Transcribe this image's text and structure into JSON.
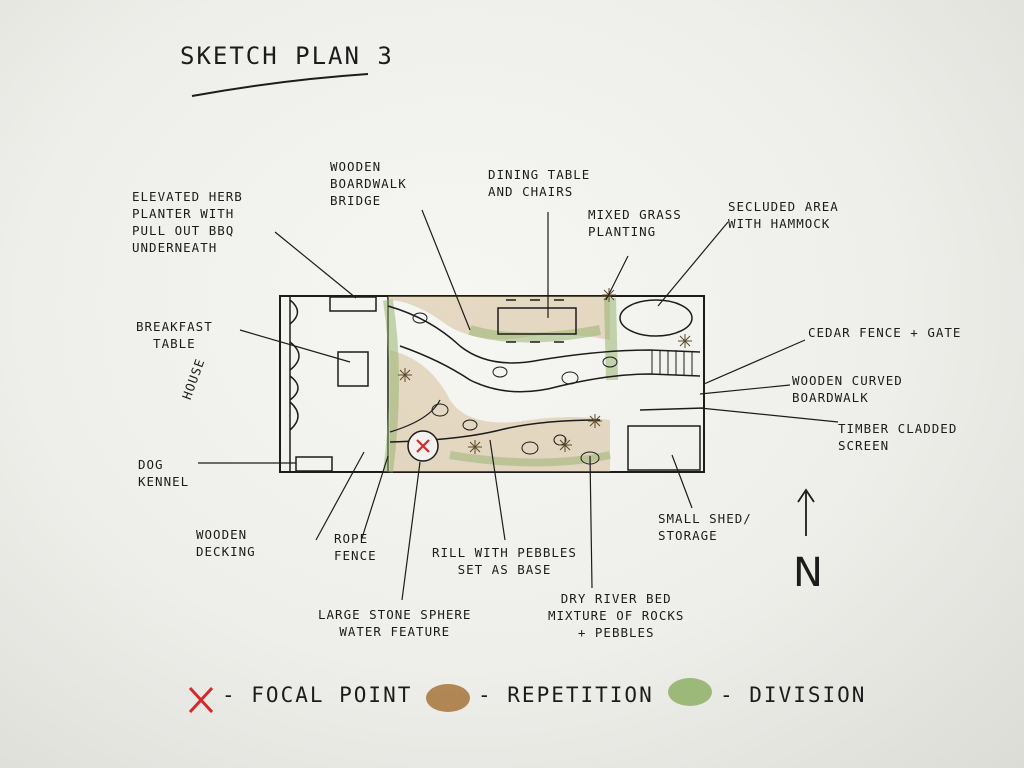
{
  "title": "Sketch Plan 3",
  "labels": {
    "elevated_herb": "Elevated herb\nplanter with\npull out BBQ\nunderneath",
    "boardwalk_bridge": "Wooden\nboardwalk\nbridge",
    "dining": "Dining table\nand chairs",
    "mixed_grass": "Mixed grass\nplanting",
    "secluded": "Secluded area\nwith hammock",
    "breakfast": "Breakfast\ntable",
    "house": "House",
    "cedar_fence": "Cedar fence + gate",
    "curved_boardwalk": "Wooden curved\nboardwalk",
    "timber_screen": "Timber cladded\nscreen",
    "dog_kennel": "Dog\nkennel",
    "small_shed": "Small shed/\nstorage",
    "decking": "Wooden\ndecking",
    "rope_fence": "Rope\nfence",
    "rill": "Rill with pebbles\nset as base",
    "dry_river": "Dry river bed\nmixture of rocks\n+ pebbles",
    "stone_sphere": "Large stone sphere\nwater feature",
    "north": "N"
  },
  "legend": {
    "focal": "- Focal Point",
    "repetition": "- Repetition",
    "division": "- Division"
  },
  "colors": {
    "ink": "#1c1c1c",
    "focal_red": "#d42a2a",
    "repetition_brown": "#a6763a",
    "division_green": "#8fb066"
  }
}
